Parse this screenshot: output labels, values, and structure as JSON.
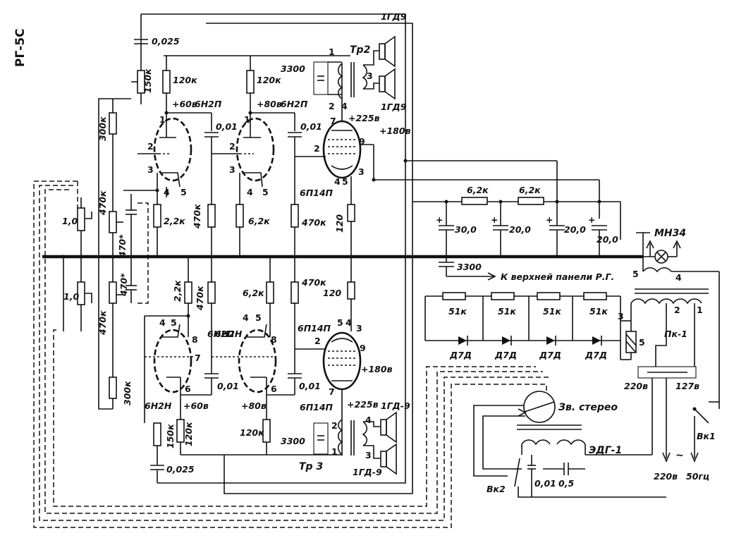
{
  "title": "РГ-5С",
  "top_channel": {
    "cap_top": "0,025",
    "pot": "150к",
    "r1": "120к",
    "r2": "120к",
    "v1": "+60в",
    "t1": "6Н2П",
    "v2": "+80в",
    "t2": "6Н2П",
    "c1": "0,01",
    "c2": "0,01",
    "r_grid1": "470к",
    "r_grid2": "470к",
    "r_k1": "2,2к",
    "r_k2": "6,2к",
    "out_tube": "6П14П",
    "r_out": "120",
    "v_out": "+225в",
    "v180": "+180в",
    "cap3300": "3300",
    "tr": "Тр2",
    "spk_top": "1ГД9",
    "spk_bottom": "1ГД9"
  },
  "bottom_channel": {
    "cap_bot": "0,025",
    "pot": "150к",
    "r1": "120к",
    "r2": "120к",
    "v1": "+60в",
    "t1": "6Н2Н",
    "v2": "+80в",
    "t2": "6Н2П",
    "c1": "0,01",
    "c2": "0,01",
    "r_grid1": "470к",
    "r_grid2": "470к",
    "r_k1": "2,2к",
    "r_k2": "6,2к",
    "out_tube": "6П14П",
    "r_out": "120",
    "v_out": "+225в",
    "v180": "+180в",
    "cap3300": "3300",
    "tr": "Тр 3",
    "spk_top": "1ГД-9",
    "spk_bottom": "1ГД-9"
  },
  "input": {
    "r300_top": "300к",
    "r300_bot": "300к",
    "r470_a": "470к",
    "r470_b": "470к",
    "r470_c": "470*",
    "r470_d": "470*",
    "r470_e": "470к",
    "pot1": "1,0",
    "pot2": "1,0"
  },
  "power": {
    "c1": "30,0",
    "c2": "20,0",
    "c3": "20,0",
    "c4": "20,0",
    "r1": "6,2к",
    "r2": "6,2к",
    "c3300": "3300",
    "note": "К верхней панели Р.Г.",
    "lamp": "МН34",
    "r51": [
      "51к",
      "51к",
      "51к",
      "51к"
    ],
    "diodes": [
      "Д7Д",
      "Д7Д",
      "Д7Д",
      "Д7Д"
    ],
    "pk": "Пк-1",
    "v220": "220в",
    "v127": "127в",
    "mains_v": "220в",
    "mains_f": "50гц",
    "switch1": "Вк1",
    "tilde": "~",
    "pins": {
      "p1": "1",
      "p2": "2",
      "p3": "3",
      "p4": "4",
      "p5": "5"
    }
  },
  "motor": {
    "pickup": "Зв. стерео",
    "motor": "ЭДГ-1",
    "switch2": "Вк2",
    "c1": "0,01",
    "c2": "0,5"
  }
}
